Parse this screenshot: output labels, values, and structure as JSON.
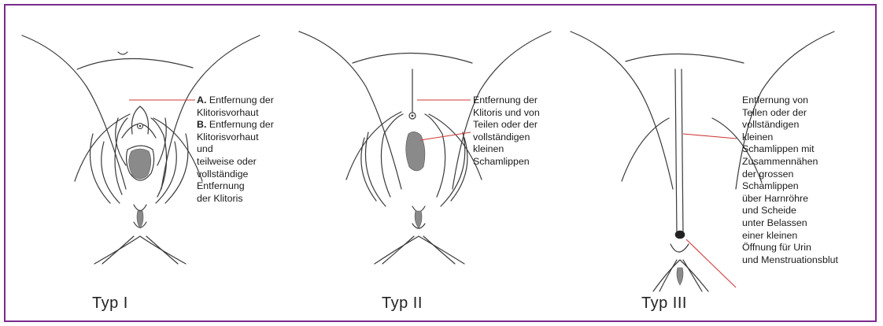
{
  "colors": {
    "frame": "#7b2a8e",
    "pointer": "#d03a3a",
    "ink": "#3a3a3a",
    "fill": "#8a8a8a"
  },
  "panels": [
    {
      "type_label": "Typ I",
      "caption": [
        {
          "bold": "A.",
          "text": " Entfernung der"
        },
        {
          "bold": "",
          "text": "Klitorisvorhaut"
        },
        {
          "bold": "B.",
          "text": " Entfernung der"
        },
        {
          "bold": "",
          "text": "Klitorisvorhaut"
        },
        {
          "bold": "",
          "text": "und"
        },
        {
          "bold": "",
          "text": "teilweise oder"
        },
        {
          "bold": "",
          "text": "vollständige"
        },
        {
          "bold": "",
          "text": "Entfernung"
        },
        {
          "bold": "",
          "text": "der Klitoris"
        }
      ]
    },
    {
      "type_label": "Typ II",
      "caption": [
        {
          "bold": "",
          "text": "Entfernung der"
        },
        {
          "bold": "",
          "text": "Klitoris und von"
        },
        {
          "bold": "",
          "text": "Teilen oder der"
        },
        {
          "bold": "",
          "text": "vollständigen"
        },
        {
          "bold": "",
          "text": "kleinen"
        },
        {
          "bold": "",
          "text": "Schamlippen"
        }
      ]
    },
    {
      "type_label": "Typ III",
      "caption": [
        {
          "bold": "",
          "text": "Entfernung von"
        },
        {
          "bold": "",
          "text": "Teilen oder der"
        },
        {
          "bold": "",
          "text": "vollständigen"
        },
        {
          "bold": "",
          "text": "kleinen"
        },
        {
          "bold": "",
          "text": "Schamlippen mit"
        },
        {
          "bold": "",
          "text": "Zusammennähen"
        },
        {
          "bold": "",
          "text": "der grossen"
        },
        {
          "bold": "",
          "text": "Schamlippen"
        },
        {
          "bold": "",
          "text": "über Harnröhre"
        },
        {
          "bold": "",
          "text": "und Scheide"
        },
        {
          "bold": "",
          "text": "unter Belassen"
        },
        {
          "bold": "",
          "text": "einer kleinen"
        },
        {
          "bold": "",
          "text": "Öffnung für Urin"
        },
        {
          "bold": "",
          "text": "und Menstruationsblut"
        }
      ]
    }
  ]
}
